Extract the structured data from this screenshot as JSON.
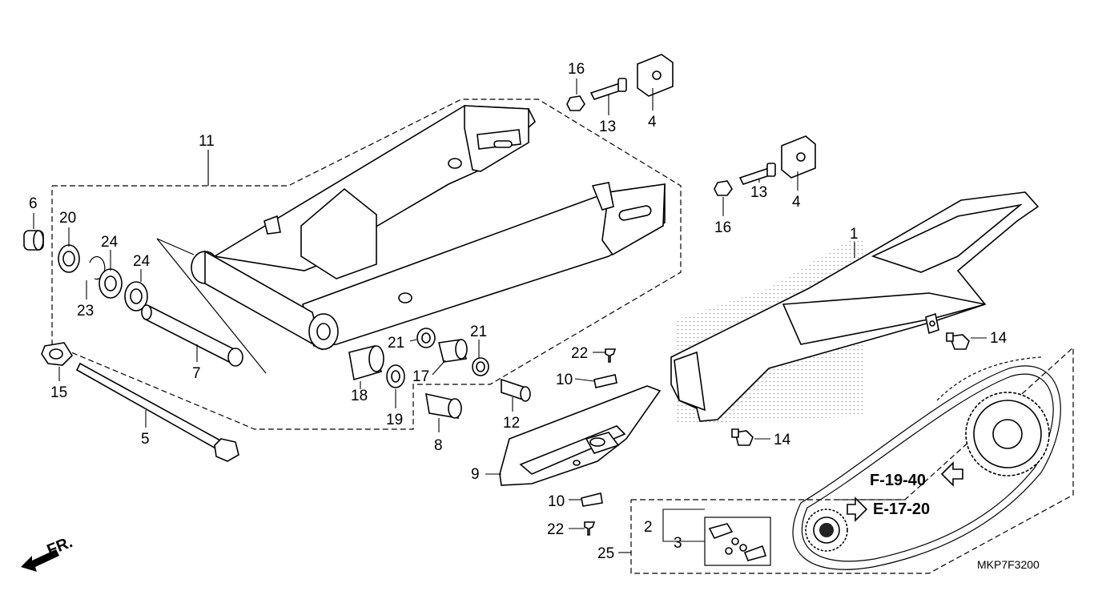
{
  "diagram_code": "MKP7F3200",
  "front_label": "FR.",
  "refs": [
    "F-19-40",
    "E-17-20"
  ],
  "callouts": {
    "c1": "1",
    "c2": "2",
    "c3": "3",
    "c4a": "4",
    "c4b": "4",
    "c5": "5",
    "c6": "6",
    "c7": "7",
    "c8": "8",
    "c9": "9",
    "c10a": "10",
    "c10b": "10",
    "c11": "11",
    "c12": "12",
    "c13a": "13",
    "c13b": "13",
    "c14a": "14",
    "c14b": "14",
    "c15": "15",
    "c16a": "16",
    "c16b": "16",
    "c17": "17",
    "c18": "18",
    "c19": "19",
    "c20": "20",
    "c21a": "21",
    "c21b": "21",
    "c22a": "22",
    "c22b": "22",
    "c23": "23",
    "c24a": "24",
    "c24b": "24",
    "c25": "25"
  },
  "colors": {
    "line": "#000000",
    "background": "#ffffff",
    "stipple": "#999999"
  }
}
